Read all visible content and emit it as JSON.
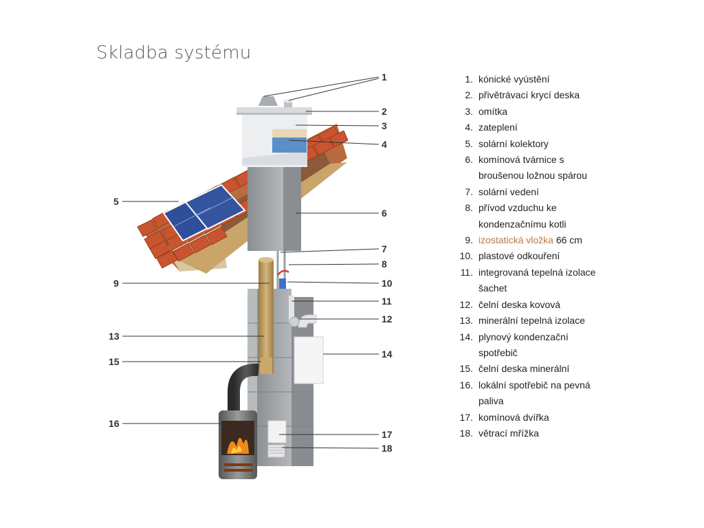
{
  "page": {
    "title": "Skladba systému"
  },
  "callout_numbers": [
    "1",
    "2",
    "3",
    "4",
    "5",
    "6",
    "7",
    "8",
    "9",
    "10",
    "11",
    "12",
    "13",
    "14",
    "15",
    "16",
    "17",
    "18"
  ],
  "legend": [
    {
      "num": "1.",
      "text": "kónické vyústění"
    },
    {
      "num": "2.",
      "text": "přivětrávací krycí deska"
    },
    {
      "num": "3.",
      "text": "omítka"
    },
    {
      "num": "4.",
      "text": "zateplení"
    },
    {
      "num": "5.",
      "text": "solární kolektory"
    },
    {
      "num": "6.",
      "text": "komínová tvárnice s",
      "cont": "broušenou ložnou spárou"
    },
    {
      "num": "7.",
      "text": "solární vedení"
    },
    {
      "num": "8.",
      "text": "přívod vzduchu ke",
      "cont": "kondenzačnímu kotli"
    },
    {
      "num": "9.",
      "link": "izostatická vložka",
      "text": " 66 cm"
    },
    {
      "num": "10.",
      "text": "plastové odkouření"
    },
    {
      "num": "11.",
      "text": "integrovaná tepelná izolace",
      "cont": "šachet"
    },
    {
      "num": "12.",
      "text": "čelní deska kovová"
    },
    {
      "num": "13.",
      "text": "minerální tepelná izolace"
    },
    {
      "num": "14.",
      "text": "plynový kondenzační",
      "cont": "spotřebič"
    },
    {
      "num": "15.",
      "text": "čelní deska minerální"
    },
    {
      "num": "16.",
      "text": "lokální spotřebič na pevná",
      "cont": "paliva"
    },
    {
      "num": "17.",
      "text": "komínová dvířka"
    },
    {
      "num": "18.",
      "text": "větrací mřížka"
    }
  ],
  "colors": {
    "title": "#555a5e",
    "link": "#b87a45",
    "roof_tile": "#c8552f",
    "solar": "#2f4f9a",
    "block": "#9a9ea2",
    "liner": "#b89a5e"
  }
}
